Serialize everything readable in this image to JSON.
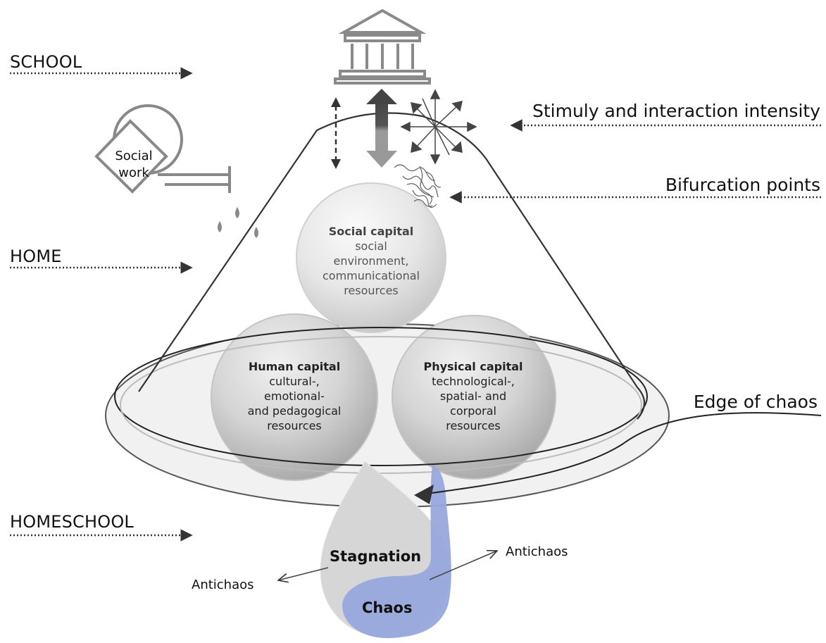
{
  "levels": {
    "school": "SCHOOL",
    "home": "HOME",
    "homeschool": "HOMESCHOOL"
  },
  "right_labels": {
    "stimuly": "Stimuly and interaction intensity",
    "bifurcation": "Bifurcation points",
    "edge": "Edge of chaos"
  },
  "social_work": {
    "line1": "Social",
    "line2": "work"
  },
  "spheres": {
    "social": {
      "title": "Social capital",
      "l1": "social",
      "l2": "environment,",
      "l3": "communicational",
      "l4": "resources"
    },
    "human": {
      "title": "Human capital",
      "l1": "cultural-,",
      "l2": "emotional-",
      "l3": "and pedagogical",
      "l4": "resources"
    },
    "physical": {
      "title": "Physical capital",
      "l1": "technological-,",
      "l2": "spatial- and",
      "l3": "corporal",
      "l4": "resources"
    }
  },
  "bottom": {
    "stagnation": "Stagnation",
    "chaos": "Chaos",
    "antichaos_left": "Antichaos",
    "antichaos_right": "Antichaos"
  },
  "colors": {
    "chaos_blue": "#98a8dc",
    "drop_grey": "#d6d6d6",
    "line": "#333333"
  }
}
